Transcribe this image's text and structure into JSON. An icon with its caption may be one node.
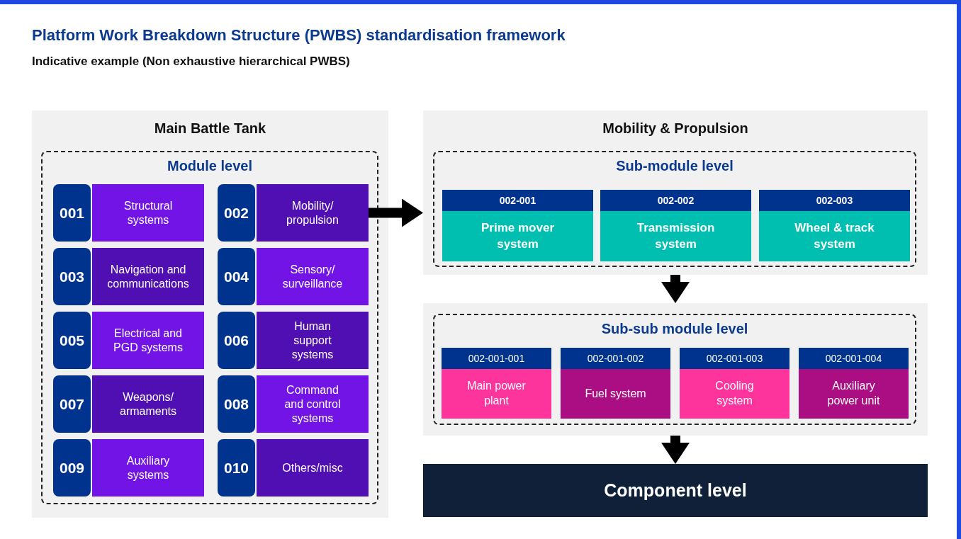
{
  "diagram": {
    "title": "Platform Work Breakdown Structure (PWBS) standardisation framework",
    "nodes": [
      {
        "text": [
          "Main Battle Tank"
        ]
      },
      {
        "text": [
          "Module level"
        ],
        "in": 0
      },
      {
        "text": [
          "001",
          "Structural systems"
        ],
        "in": 1
      },
      {
        "text": [
          "002",
          "Mobility/ propulsion"
        ],
        "in": 1
      },
      {
        "text": [
          "003",
          "Navigation and communications"
        ],
        "in": 1
      },
      {
        "text": [
          "004",
          "Sensory/ surveillance"
        ],
        "in": 1
      },
      {
        "text": [
          "005",
          "Electrical and PGD systems"
        ],
        "in": 1
      },
      {
        "text": [
          "006",
          "Human support systems"
        ],
        "in": 1
      },
      {
        "text": [
          "007",
          "Weapons/ armaments"
        ],
        "in": 1
      },
      {
        "text": [
          "008",
          "Command and control systems"
        ],
        "in": 1
      },
      {
        "text": [
          "009",
          "Auxiliary systems"
        ],
        "in": 1
      },
      {
        "text": [
          "010",
          "Others/misc"
        ],
        "in": 1
      },
      {
        "text": [
          "Mobility & Propulsion"
        ]
      },
      {
        "text": [
          "Sub-module level"
        ],
        "in": 12
      },
      {
        "text": [
          "002-001",
          "Prime mover system"
        ],
        "in": 13
      },
      {
        "text": [
          "002-002",
          "Transmission system"
        ],
        "in": 13
      },
      {
        "text": [
          "002-003",
          "Wheel & track system"
        ],
        "in": 13
      },
      {
        "text": [],
        "shape": "box"
      },
      {
        "text": [
          "Sub-sub module level"
        ],
        "in": 17
      },
      {
        "text": [
          "002-001-001",
          "Main power plant"
        ],
        "in": 18
      },
      {
        "text": [
          "002-001-002",
          "Fuel system"
        ],
        "in": 18
      },
      {
        "text": [
          "002-001-003",
          "Cooling system"
        ],
        "in": 18
      },
      {
        "text": [
          "002-001-004",
          "Auxiliary power unit"
        ],
        "in": 18
      },
      {
        "text": [
          "Component level"
        ]
      }
    ],
    "edges": [
      {
        "from": 3,
        "to": 12,
        "arrow": "to"
      },
      {
        "from": 12,
        "to": 17,
        "arrow": "to"
      },
      {
        "from": 17,
        "to": 23,
        "arrow": "to"
      }
    ],
    "labels": [
      "Indicative example (Non exhaustive hierarchical PWBS)"
    ]
  }
}
